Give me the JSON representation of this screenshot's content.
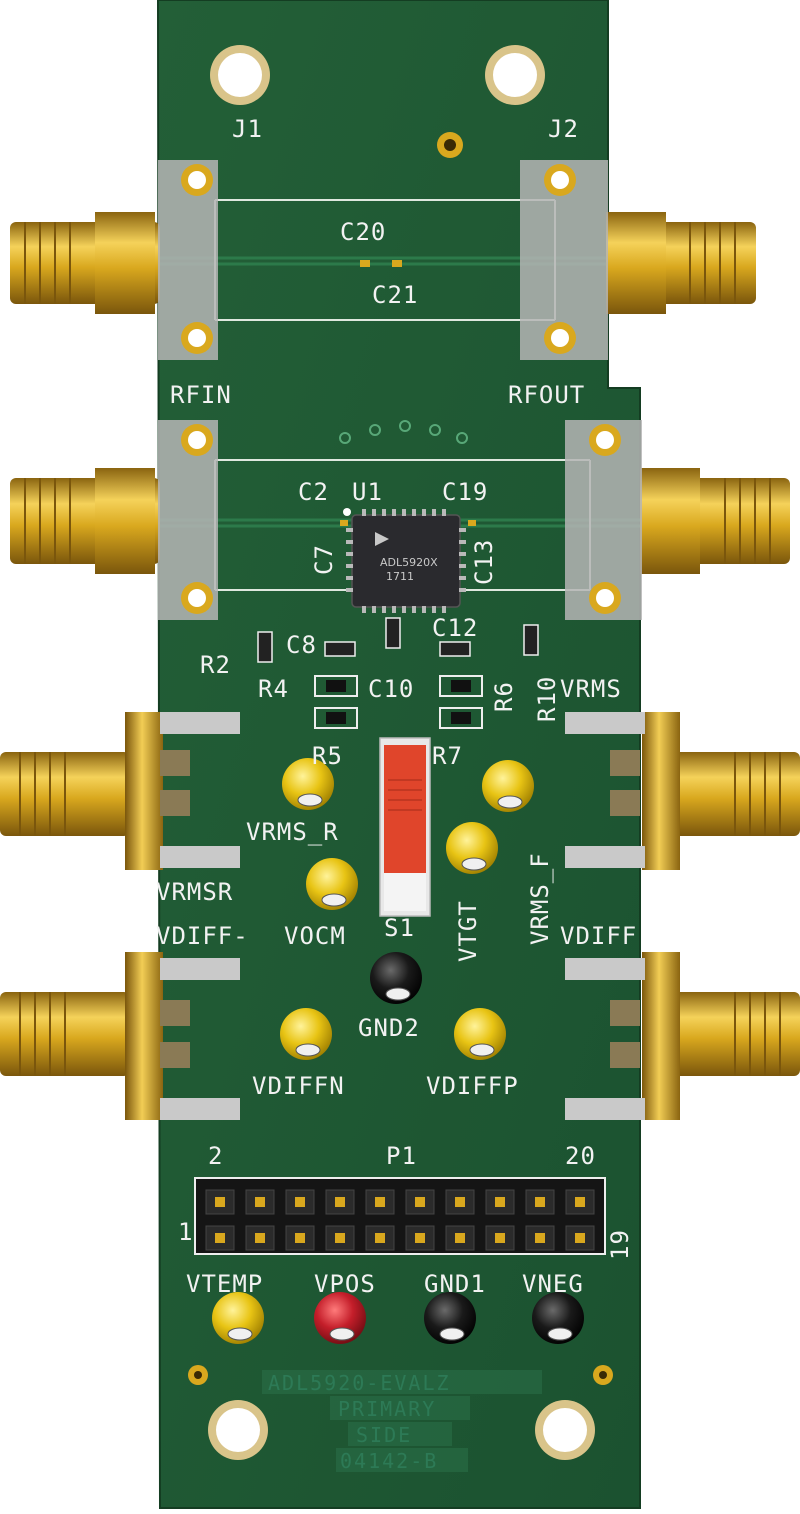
{
  "board": {
    "part_number": "ADL5920-EVALZ",
    "side_line1": "PRIMARY",
    "side_line2": "SIDE",
    "revision": "04142-B",
    "chip_marking_line1": "ADL5920X",
    "chip_marking_line2": "1711"
  },
  "labels": {
    "j1": "J1",
    "j2": "J2",
    "c20": "C20",
    "c21": "C21",
    "rfin": "RFIN",
    "rfout": "RFOUT",
    "c2": "C2",
    "u1": "U1",
    "c19": "C19",
    "c7": "C7",
    "c13": "C13",
    "r2": "R2",
    "c8": "C8",
    "c12": "C12",
    "r4": "R4",
    "c10": "C10",
    "r6": "R6",
    "r10": "R10",
    "r5": "R5",
    "r7": "R7",
    "vrms": "VRMS",
    "vrms_r": "VRMS_R",
    "vrms_f": "VRMS_F",
    "vrmsr": "VRMSR",
    "vtgt": "VTGT",
    "s1": "S1",
    "vdiff_minus": "VDIFF-",
    "vocm": "VOCM",
    "vdiff": "VDIFF",
    "gnd2": "GND2",
    "vdiffn": "VDIFFN",
    "vdiffp": "VDIFFP",
    "p1": "P1",
    "pin2": "2",
    "pin20": "20",
    "pin1": "1",
    "pin19": "19",
    "vtemp": "VTEMP",
    "vpos": "VPOS",
    "gnd1": "GND1",
    "vneg": "VNEG"
  },
  "colors": {
    "pcb": "#1f5a33",
    "gold": "#d9a81e",
    "switch": "#e0452b",
    "tp_yellow": "#e8c414",
    "tp_red": "#c41e2a",
    "tp_black": "#1a1a1a"
  }
}
